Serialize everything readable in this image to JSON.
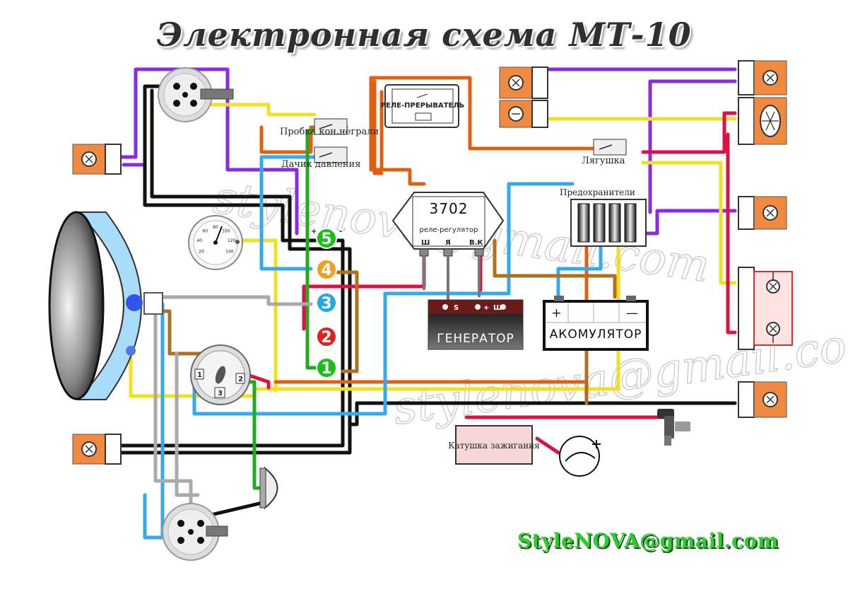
{
  "title": "Электронная схема МТ-10",
  "watermark": "stylenova@gmail.com",
  "email": "StyleNOVA@gmail.com",
  "labels": {
    "relay_breaker": "РЕЛЕ-ПРЕРЫВАТЕЛЬ",
    "fuel_plug": "Пробка кон.негрaли",
    "pressure_sensor": "Дачик давления",
    "frog": "Лягушка",
    "fuses": "Предохранители",
    "regulator_number": "3702",
    "regulator_name": "реле-регулятор",
    "reg_term_sh": "Ш",
    "reg_term_ya": "Я",
    "reg_term_vk": "В.К",
    "generator": "ГЕНЕРАТОР",
    "gen_term_s": "S",
    "gen_term_plus": "+",
    "gen_term_sh": "Ш",
    "battery": "АКОМУЛЯТОР",
    "bat_plus": "+",
    "bat_minus": "—",
    "coil": "Катушка зажигания",
    "ign_switch_1": "1",
    "ign_switch_2": "2",
    "ign_switch_3": "3",
    "block_plus": "+",
    "block_minus": "-"
  },
  "connector_block": [
    "5",
    "4",
    "3",
    "2",
    "1"
  ],
  "connector_colors": [
    "#18c018",
    "#f0a020",
    "#22aadd",
    "#dd2222",
    "#18c018"
  ],
  "speedometer_ticks": [
    "20",
    "40",
    "60",
    "80",
    "100",
    "120",
    "140"
  ],
  "colors": {
    "purple": "#8a2be2",
    "black": "#111111",
    "yellow": "#f0e020",
    "orange": "#e06010",
    "red": "#dd1144",
    "blue": "#33aaee",
    "green": "#22aa22",
    "brown": "#b07020",
    "grey": "#aaaaaa",
    "lamp_box": "#f08a40"
  }
}
